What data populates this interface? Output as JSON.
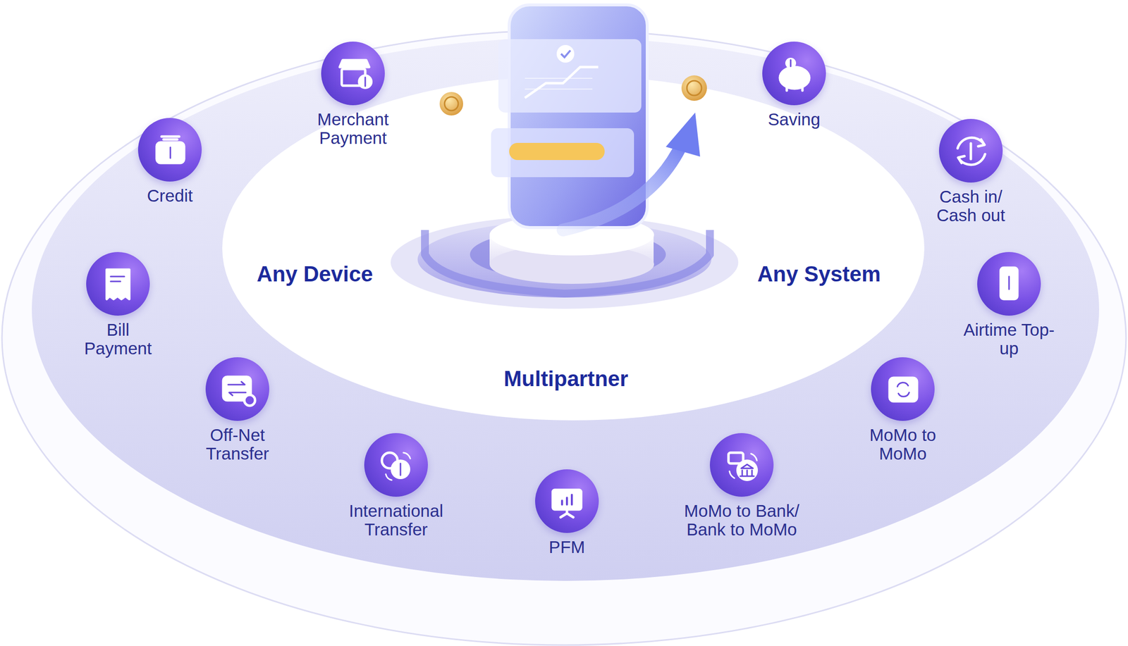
{
  "diagram": {
    "nodes": [
      {
        "text": [
          "Merchant Payment"
        ]
      },
      {
        "text": [
          "Saving"
        ]
      },
      {
        "text": [
          "Credit"
        ]
      },
      {
        "text": [
          "Cash in/ Cash out"
        ]
      },
      {
        "text": [
          "Bill Payment"
        ]
      },
      {
        "text": [
          "Airtime Top-up"
        ]
      },
      {
        "text": [
          "Off-Net Transfer"
        ]
      },
      {
        "text": [
          "MoMo to MoMo"
        ]
      },
      {
        "text": [
          "International Transfer"
        ]
      },
      {
        "text": [
          "MoMo to Bank/ Bank to MoMo"
        ]
      },
      {
        "text": [
          "PFM"
        ]
      }
    ],
    "labels": [
      "Any Device",
      "Any System",
      "Multipartner"
    ]
  }
}
